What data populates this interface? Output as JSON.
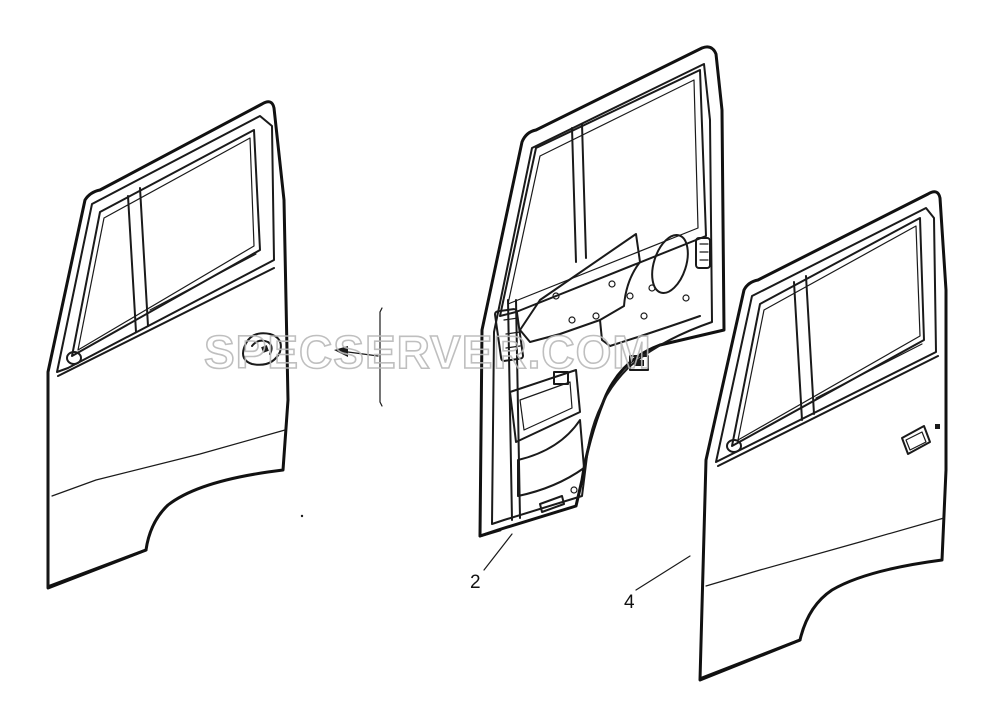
{
  "diagram": {
    "callouts": [
      {
        "id": "part-2",
        "label": "2"
      },
      {
        "id": "part-4",
        "label": "4"
      }
    ],
    "watermark": "SPECSERVER.COM",
    "colors": {
      "ink": "#1a1a1a",
      "background": "#ffffff",
      "watermark": "#b9b9b9"
    }
  }
}
